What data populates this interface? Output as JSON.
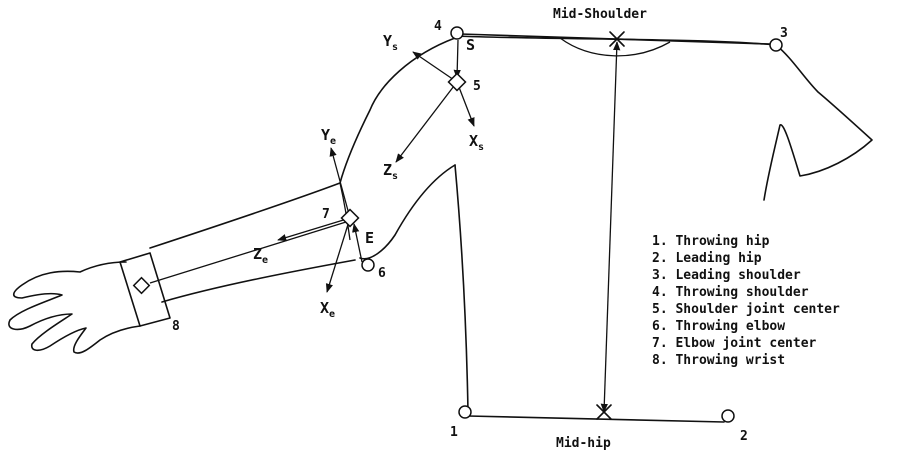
{
  "labels": {
    "mid_shoulder": "Mid-Shoulder",
    "mid_hip": "Mid-hip",
    "S": "S",
    "E": "E"
  },
  "axes": {
    "ys": {
      "base": "Y",
      "sub": "s"
    },
    "xs": {
      "base": "X",
      "sub": "s"
    },
    "zs": {
      "base": "Z",
      "sub": "s"
    },
    "ye": {
      "base": "Y",
      "sub": "e"
    },
    "ze": {
      "base": "Z",
      "sub": "e"
    },
    "xe": {
      "base": "X",
      "sub": "e"
    }
  },
  "markers": {
    "m1": "1",
    "m2": "2",
    "m3": "3",
    "m4": "4",
    "m5": "5",
    "m6": "6",
    "m7": "7",
    "m8": "8"
  },
  "legend": [
    "1. Throwing hip",
    "2. Leading hip",
    "3. Leading shoulder",
    "4. Throwing shoulder",
    "5. Shoulder joint center",
    "6. Throwing elbow",
    "7. Elbow joint center",
    "8. Throwing wrist"
  ]
}
